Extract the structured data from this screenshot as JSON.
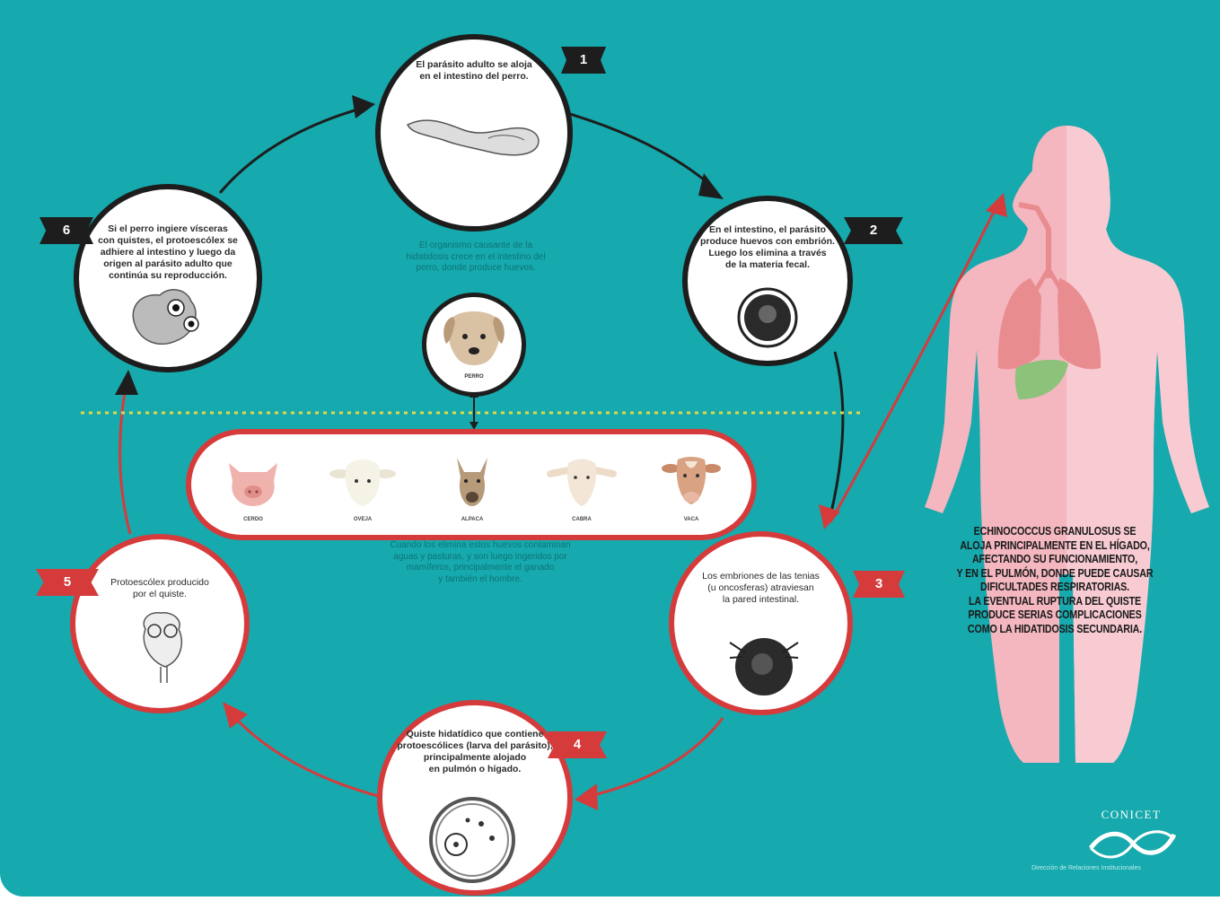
{
  "stages": [
    {
      "number": "1",
      "text": [
        "El parásito adulto se aloja",
        "en el intestino del perro."
      ]
    },
    {
      "number": "2",
      "text": [
        "En el intestino, el parásito",
        "produce huevos con embrión.",
        "Luego los elimina a través",
        "de la materia fecal."
      ]
    },
    {
      "number": "3",
      "text": [
        "Los embriones de las tenias",
        "(u oncosferas) atraviesan",
        "la pared intestinal."
      ]
    },
    {
      "number": "4",
      "text": [
        "Quiste hidatídico que contiene",
        "protoescólices (larva del parásito),",
        "principalmente alojado",
        "en pulmón o hígado."
      ]
    },
    {
      "number": "5",
      "text": [
        "Protoescólex producido",
        "por el quiste."
      ]
    },
    {
      "number": "6",
      "text": [
        "Si el perro ingiere vísceras",
        "con quistes, el protoescólex se",
        "adhiere al intestino y luego da",
        "origen al parásito adulto que",
        "continúa su reproducción."
      ]
    }
  ],
  "center_top_text": [
    "El organismo causante de la",
    "hidatidosis crece en el intestino del",
    "perro, donde produce huevos."
  ],
  "dog_label": "PERRO",
  "animals": [
    "CERDO",
    "OVEJA",
    "ALPACA",
    "CABRA",
    "VACA"
  ],
  "center_bottom_text": [
    "Cuando los elimina estos huevos contaminan",
    "aguas y pasturas, y son luego ingeridos por",
    "mamíferos, principalmente el ganado",
    "y también el hombre."
  ],
  "human_text": [
    "ECHINOCOCCUS GRANULOSUS SE",
    "ALOJA PRINCIPALMENTE EN EL HÍGADO,",
    "AFECTANDO SU FUNCIONAMIENTO,",
    "Y EN EL PULMÓN, DONDE PUEDE CAUSAR",
    "DIFICULTADES RESPIRATORIAS.",
    "LA EVENTUAL RUPTURA DEL QUISTE",
    "PRODUCE SERIAS COMPLICACIONES",
    "COMO LA HIDATIDOSIS SECUNDARIA."
  ],
  "logo": {
    "name": "CONICET",
    "subtitle": "Dirección de Relaciones Institucionales"
  },
  "colors": {
    "background": "#16a9ad",
    "dark": "#1d1d1d",
    "red": "#d63b3c",
    "dotted_line": "#e0d84a",
    "body_pink": "#f4b6bf",
    "lungs": "#e98c8f",
    "liver": "#8cc27a"
  }
}
